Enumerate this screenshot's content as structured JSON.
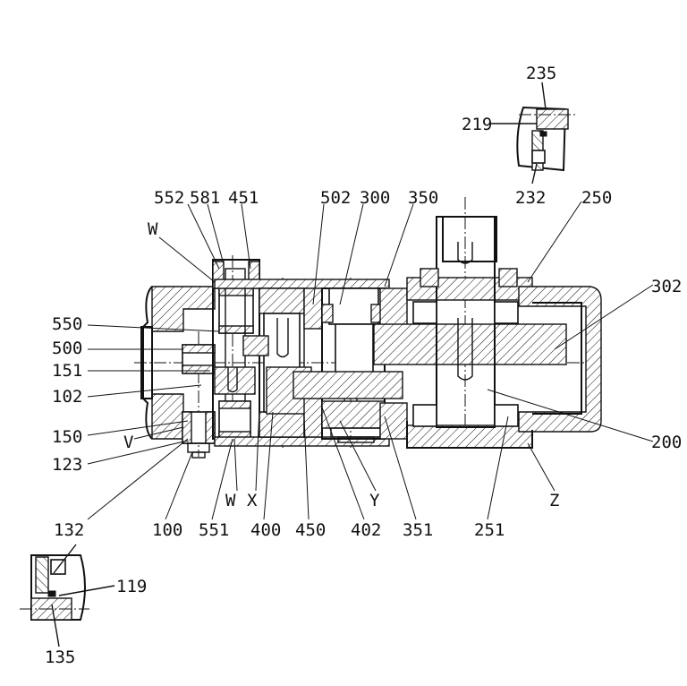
{
  "labels": {
    "l235": "235",
    "l219": "219",
    "l232": "232",
    "l552": "552",
    "l581": "581",
    "l451": "451",
    "l502": "502",
    "l300": "300",
    "l350": "350",
    "l250": "250",
    "l302": "302",
    "lW_top": "W",
    "l550": "550",
    "l500": "500",
    "l151": "151",
    "l102": "102",
    "l150": "150",
    "lV": "V",
    "l123": "123",
    "l200": "200",
    "lW_bot": "W",
    "lX": "X",
    "lY": "Y",
    "lZ": "Z",
    "l132": "132",
    "l100": "100",
    "l551": "551",
    "l400": "400",
    "l450": "450",
    "l402": "402",
    "l351": "351",
    "l251": "251",
    "l119": "119",
    "l135": "135"
  }
}
